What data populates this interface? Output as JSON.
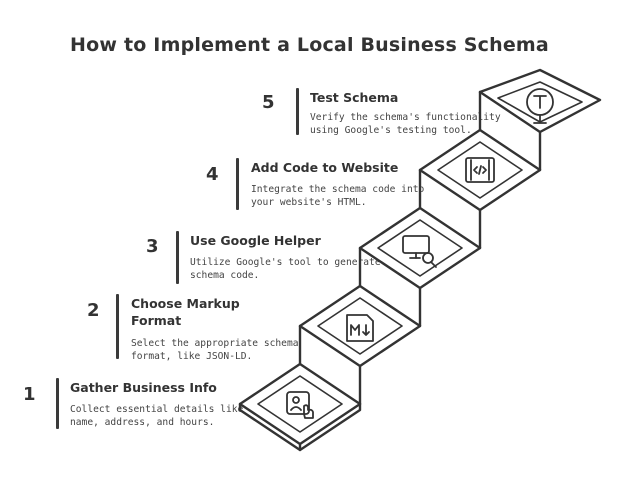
{
  "title": "How to Implement a Local Business Schema",
  "steps": [
    {
      "number": "1",
      "heading": "Gather Business Info",
      "desc1": "Collect essential details like",
      "desc2": "name, address, and hours.",
      "icon": "contact-card-icon"
    },
    {
      "number": "2",
      "heading1": "Choose Markup",
      "heading2": "Format",
      "desc1": "Select the appropriate schema",
      "desc2": "format, like JSON-LD.",
      "icon": "markdown-file-icon"
    },
    {
      "number": "3",
      "heading": "Use Google Helper",
      "desc1": "Utilize Google's tool to generate",
      "desc2": "schema code.",
      "icon": "monitor-search-icon"
    },
    {
      "number": "4",
      "heading": "Add Code to Website",
      "desc1": "Integrate the schema code into",
      "desc2": "your website's HTML.",
      "icon": "code-file-icon"
    },
    {
      "number": "5",
      "heading": "Test Schema",
      "desc1": "Verify the schema's functionality",
      "desc2": "using Google's testing tool.",
      "icon": "test-lens-icon"
    }
  ]
}
